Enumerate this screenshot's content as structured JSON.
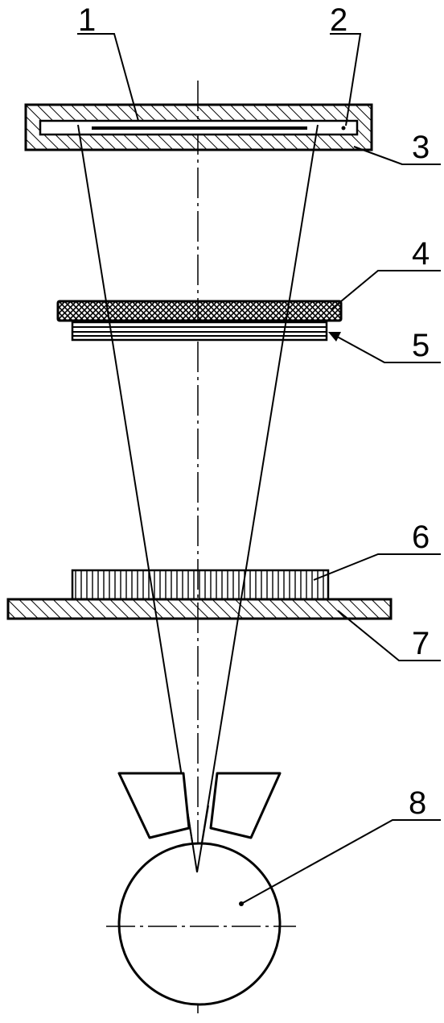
{
  "diagram": {
    "labels": [
      {
        "id": "1",
        "text": "1"
      },
      {
        "id": "2",
        "text": "2"
      },
      {
        "id": "3",
        "text": "3"
      },
      {
        "id": "4",
        "text": "4"
      },
      {
        "id": "5",
        "text": "5"
      },
      {
        "id": "6",
        "text": "6"
      },
      {
        "id": "7",
        "text": "7"
      },
      {
        "id": "8",
        "text": "8"
      }
    ],
    "colors": {
      "line": "#000000",
      "background": "#ffffff"
    }
  }
}
